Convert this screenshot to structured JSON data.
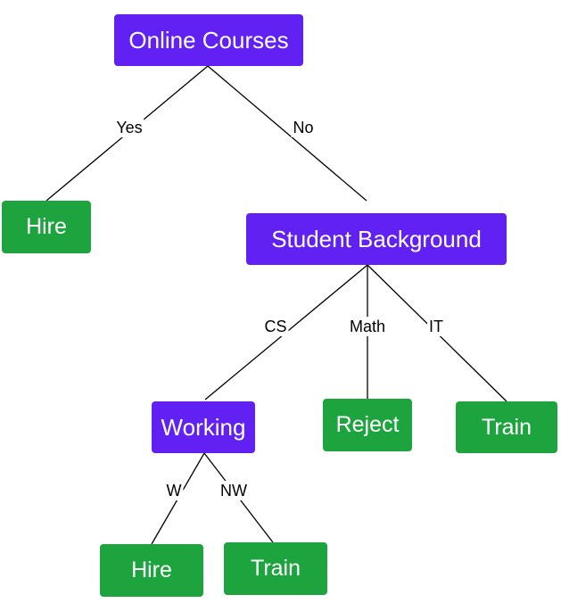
{
  "colors": {
    "decision": "#6021F2",
    "leaf": "#1EA43F",
    "edge": "#000000",
    "text": "#FFFFFF",
    "label": "#000000"
  },
  "nodes": {
    "online_courses": "Online Courses",
    "hire_1": "Hire",
    "student_background": "Student Background",
    "working": "Working",
    "reject": "Reject",
    "train_1": "Train",
    "hire_2": "Hire",
    "train_2": "Train"
  },
  "edges": {
    "yes": "Yes",
    "no": "No",
    "cs": "CS",
    "math": "Math",
    "it": "IT",
    "w": "W",
    "nw": "NW"
  }
}
